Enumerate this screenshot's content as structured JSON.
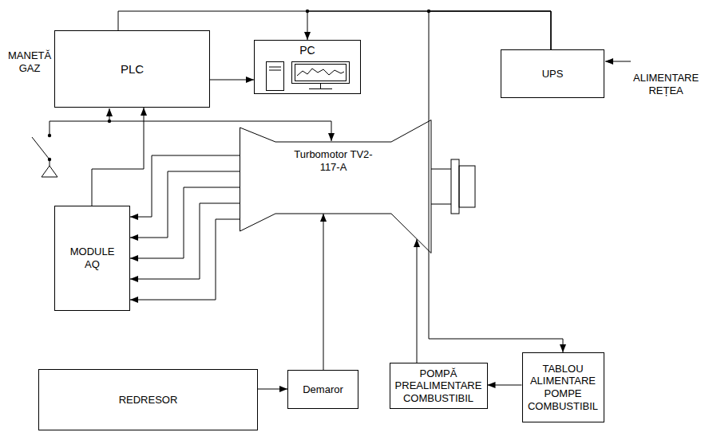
{
  "diagram": {
    "nodes": [
      {
        "text": [
          "PLC"
        ]
      },
      {
        "text": [
          "PC"
        ]
      },
      {
        "text": [
          "UPS"
        ]
      },
      {
        "text": [
          "Turbomotor TV2-117-A"
        ]
      },
      {
        "text": [
          "MODULE AQ"
        ]
      },
      {
        "text": [
          "REDRESOR"
        ]
      },
      {
        "text": [
          "Demaror"
        ]
      },
      {
        "text": [
          "POMPĂ PREALIMENTARE COMBUSTIBIL"
        ]
      },
      {
        "text": [
          "TABLOU ALIMENTARE POMPE COMBUSTIBIL"
        ]
      }
    ],
    "edges": [
      {
        "from": 0,
        "to": 1,
        "arrow": "to"
      },
      {
        "from": 2,
        "to": 0,
        "arrow": "none"
      },
      {
        "from": 2,
        "to": 1,
        "arrow": "to"
      },
      {
        "from": 2,
        "to": 8,
        "arrow": "to"
      },
      {
        "from": 4,
        "to": 0,
        "arrow": "to"
      },
      {
        "from": 3,
        "to": 4,
        "arrow": "to"
      },
      {
        "from": 3,
        "to": 4,
        "arrow": "to"
      },
      {
        "from": 3,
        "to": 4,
        "arrow": "to"
      },
      {
        "from": 3,
        "to": 4,
        "arrow": "to"
      },
      {
        "from": 3,
        "to": 4,
        "arrow": "to"
      },
      {
        "from": 5,
        "to": 6,
        "arrow": "to"
      },
      {
        "from": 6,
        "to": 3,
        "arrow": "to"
      },
      {
        "from": 7,
        "to": 3,
        "arrow": "to"
      },
      {
        "from": 8,
        "to": 7,
        "arrow": "to"
      }
    ],
    "labels": [
      "MANETĂ GAZ",
      "ALIMENTARE REȚEA"
    ]
  }
}
